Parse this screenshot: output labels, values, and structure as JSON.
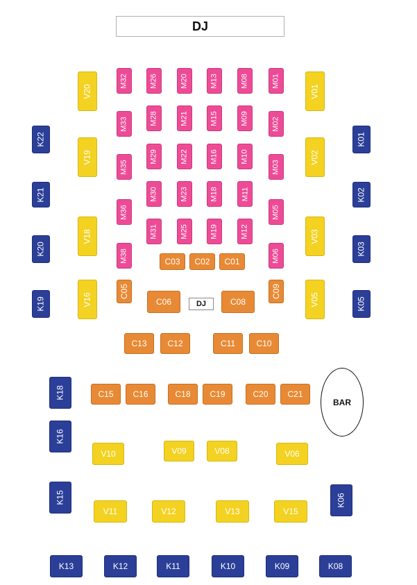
{
  "dj_label": "DJ",
  "dj_small_label": "DJ",
  "bar_label": "BAR",
  "colors": {
    "M": "#ee4b97",
    "C": "#e88a35",
    "V": "#f3d221",
    "K": "#2b3f98"
  },
  "seats": [
    {
      "id": "M32",
      "cat": "M"
    },
    {
      "id": "M26",
      "cat": "M"
    },
    {
      "id": "M20",
      "cat": "M"
    },
    {
      "id": "M13",
      "cat": "M"
    },
    {
      "id": "M08",
      "cat": "M"
    },
    {
      "id": "M01",
      "cat": "M"
    },
    {
      "id": "M33",
      "cat": "M"
    },
    {
      "id": "M28",
      "cat": "M"
    },
    {
      "id": "M21",
      "cat": "M"
    },
    {
      "id": "M15",
      "cat": "M"
    },
    {
      "id": "M09",
      "cat": "M"
    },
    {
      "id": "M02",
      "cat": "M"
    },
    {
      "id": "M35",
      "cat": "M"
    },
    {
      "id": "M29",
      "cat": "M"
    },
    {
      "id": "M22",
      "cat": "M"
    },
    {
      "id": "M16",
      "cat": "M"
    },
    {
      "id": "M10",
      "cat": "M"
    },
    {
      "id": "M03",
      "cat": "M"
    },
    {
      "id": "M36",
      "cat": "M"
    },
    {
      "id": "M30",
      "cat": "M"
    },
    {
      "id": "M23",
      "cat": "M"
    },
    {
      "id": "M18",
      "cat": "M"
    },
    {
      "id": "M11",
      "cat": "M"
    },
    {
      "id": "M05",
      "cat": "M"
    },
    {
      "id": "M38",
      "cat": "M"
    },
    {
      "id": "M31",
      "cat": "M"
    },
    {
      "id": "M25",
      "cat": "M"
    },
    {
      "id": "M19",
      "cat": "M"
    },
    {
      "id": "M12",
      "cat": "M"
    },
    {
      "id": "M06",
      "cat": "M"
    },
    {
      "id": "V20",
      "cat": "V"
    },
    {
      "id": "V19",
      "cat": "V"
    },
    {
      "id": "V18",
      "cat": "V"
    },
    {
      "id": "V16",
      "cat": "V"
    },
    {
      "id": "V01",
      "cat": "V"
    },
    {
      "id": "V02",
      "cat": "V"
    },
    {
      "id": "V03",
      "cat": "V"
    },
    {
      "id": "V05",
      "cat": "V"
    },
    {
      "id": "K22",
      "cat": "K"
    },
    {
      "id": "K21",
      "cat": "K"
    },
    {
      "id": "K20",
      "cat": "K"
    },
    {
      "id": "K19",
      "cat": "K"
    },
    {
      "id": "K01",
      "cat": "K"
    },
    {
      "id": "K02",
      "cat": "K"
    },
    {
      "id": "K03",
      "cat": "K"
    },
    {
      "id": "K05",
      "cat": "K"
    },
    {
      "id": "C03",
      "cat": "C"
    },
    {
      "id": "C02",
      "cat": "C"
    },
    {
      "id": "C01",
      "cat": "C"
    },
    {
      "id": "C05",
      "cat": "C"
    },
    {
      "id": "C09",
      "cat": "C"
    },
    {
      "id": "C06",
      "cat": "C"
    },
    {
      "id": "C08",
      "cat": "C"
    },
    {
      "id": "C13",
      "cat": "C"
    },
    {
      "id": "C12",
      "cat": "C"
    },
    {
      "id": "C11",
      "cat": "C"
    },
    {
      "id": "C10",
      "cat": "C"
    },
    {
      "id": "C15",
      "cat": "C"
    },
    {
      "id": "C16",
      "cat": "C"
    },
    {
      "id": "C18",
      "cat": "C"
    },
    {
      "id": "C19",
      "cat": "C"
    },
    {
      "id": "C20",
      "cat": "C"
    },
    {
      "id": "C21",
      "cat": "C"
    },
    {
      "id": "K18",
      "cat": "K"
    },
    {
      "id": "K16",
      "cat": "K"
    },
    {
      "id": "K15",
      "cat": "K"
    },
    {
      "id": "K06",
      "cat": "K"
    },
    {
      "id": "V10",
      "cat": "V"
    },
    {
      "id": "V09",
      "cat": "V"
    },
    {
      "id": "V08",
      "cat": "V"
    },
    {
      "id": "V06",
      "cat": "V"
    },
    {
      "id": "V11",
      "cat": "V"
    },
    {
      "id": "V12",
      "cat": "V"
    },
    {
      "id": "V13",
      "cat": "V"
    },
    {
      "id": "V15",
      "cat": "V"
    },
    {
      "id": "K13",
      "cat": "K"
    },
    {
      "id": "K12",
      "cat": "K"
    },
    {
      "id": "K11",
      "cat": "K"
    },
    {
      "id": "K10",
      "cat": "K"
    },
    {
      "id": "K09",
      "cat": "K"
    },
    {
      "id": "K08",
      "cat": "K"
    }
  ]
}
